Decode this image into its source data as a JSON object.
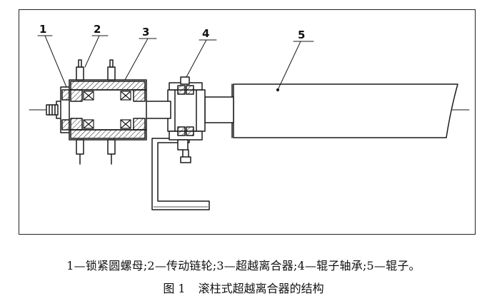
{
  "labels": [
    "1",
    "2",
    "3",
    "4",
    "5"
  ],
  "caption": {
    "legend": "1—锁紧圆螺母;2—传动链轮;3—超越离合器;4—辊子轴承;5—辊子。",
    "figure_number": "图 1",
    "title": "滚柱式超越离合器的结构"
  }
}
